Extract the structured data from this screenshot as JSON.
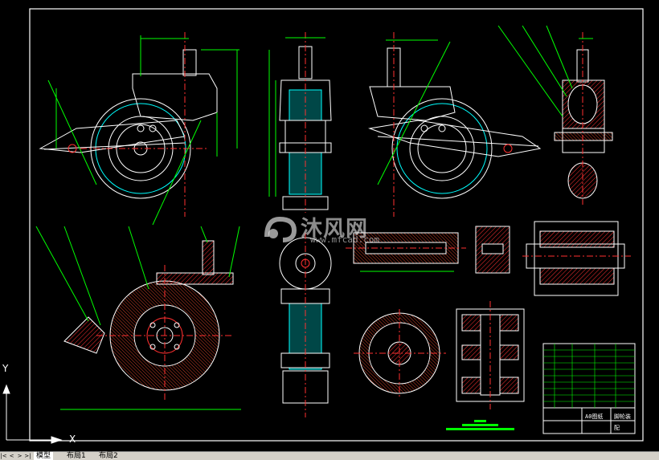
{
  "colors": {
    "background": "#000000",
    "frame": "#ffffff",
    "outline": "#ffffff",
    "dimension": "#00ff00",
    "hatch": "#ff3030",
    "center": "#ff3030",
    "fill_cyan": "#00ffff",
    "leader": "#00ff00"
  },
  "watermark": {
    "brand": "沐风网",
    "url": "www.mfcad.com",
    "logo": "mf-logo"
  },
  "title_block": {
    "title": "A0图纸",
    "label": "脚轮装",
    "sub": "配"
  },
  "axis": {
    "y": "Y",
    "x": "X"
  },
  "tabs": [
    {
      "label": "模型",
      "active": true
    },
    {
      "label": "布局1",
      "active": false
    },
    {
      "label": "布局2",
      "active": false
    }
  ],
  "nav_icons": [
    "first-icon",
    "prev-icon",
    "next-icon",
    "last-icon"
  ]
}
